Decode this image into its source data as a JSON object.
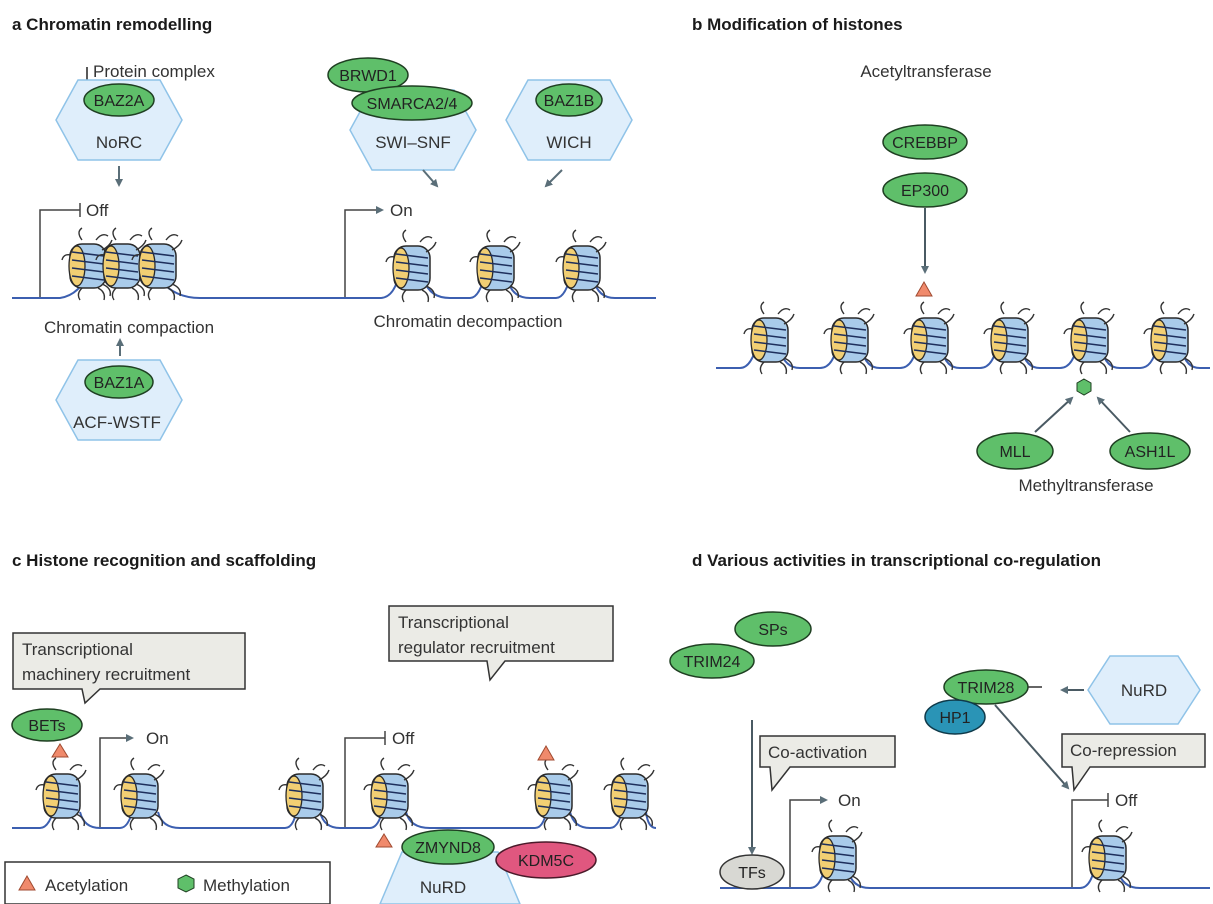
{
  "colors": {
    "green": "#5fbf6a",
    "green_stroke": "#1f3f22",
    "hex_fill": "#dfeefb",
    "hex_stroke": "#8fc3e8",
    "dna": "#3c5fb0",
    "arrow": "#5a6e78",
    "acetyl": "#f08a6c",
    "methyl": "#5fbf6a",
    "teal": "#2a94b6",
    "magenta": "#e0577f",
    "grey": "#d8d8d3",
    "callout_fill": "#ebebe6"
  },
  "panel_a": {
    "title": "a  Chromatin remodelling",
    "protein_complex": "Protein complex",
    "norc_protein": "BAZ2A",
    "norc_complex": "NoRC",
    "brwd1": "BRWD1",
    "smarca": "SMARCA2/4",
    "swisnf_complex": "SWI–SNF",
    "wich_protein": "BAZ1B",
    "wich_complex": "WICH",
    "off_label": "Off",
    "on_label": "On",
    "compaction": "Chromatin compaction",
    "decompaction": "Chromatin decompaction",
    "acf_protein": "BAZ1A",
    "acf_complex": "ACF-WSTF"
  },
  "panel_b": {
    "title": "b  Modification of histones",
    "acetyltransferase": "Acetyltransferase",
    "crebbp": "CREBBP",
    "ep300": "EP300",
    "mll": "MLL",
    "ash1l": "ASH1L",
    "methyltransferase": "Methyltransferase"
  },
  "panel_c": {
    "title": "c  Histone recognition and scaffolding",
    "callout_machinery": [
      "Transcriptional",
      "machinery recruitment"
    ],
    "callout_regulator": [
      "Transcriptional",
      "regulator recruitment"
    ],
    "bets": "BETs",
    "on_label": "On",
    "off_label": "Off",
    "zmynd8": "ZMYND8",
    "kdm5c": "KDM5C",
    "nurd": "NuRD",
    "legend_acetylation": "Acetylation",
    "legend_methylation": "Methylation"
  },
  "panel_d": {
    "title": "d  Various activities in transcriptional co-regulation",
    "sps": "SPs",
    "trim24": "TRIM24",
    "trim28": "TRIM28",
    "hp1": "HP1",
    "nurd": "NuRD",
    "coactivation": "Co-activation",
    "corepression": "Co-repression",
    "tfs": "TFs",
    "on_label": "On",
    "off_label": "Off"
  }
}
